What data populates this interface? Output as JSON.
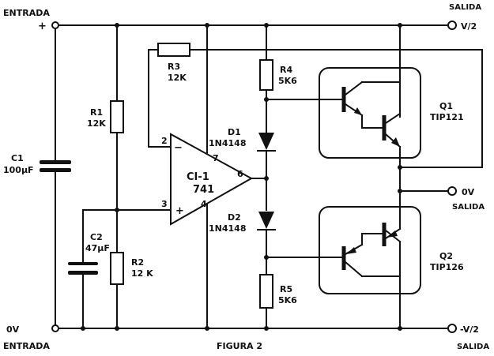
{
  "figure": {
    "title": "FIGURA 2",
    "left_labels": {
      "top": "ENTRADA",
      "top_terminal": "+",
      "bottom_terminal": "0V",
      "bottom": "ENTRADA"
    },
    "right_labels": {
      "top_caption": "SALIDA",
      "top_value": "V/2",
      "mid_value": "0V",
      "mid_caption": "SALIDA",
      "bottom_value": "-V/2",
      "bottom_caption": "SALIDA"
    },
    "components": {
      "c1": {
        "ref": "C1",
        "value": "100μF"
      },
      "c2": {
        "ref": "C2",
        "value": "47μF"
      },
      "r1": {
        "ref": "R1",
        "value": "12K"
      },
      "r2": {
        "ref": "R2",
        "value": "12 K"
      },
      "r3": {
        "ref": "R3",
        "value": "12K"
      },
      "r4": {
        "ref": "R4",
        "value": "5K6"
      },
      "r5": {
        "ref": "R5",
        "value": "5K6"
      },
      "d1": {
        "ref": "D1",
        "value": "1N4148"
      },
      "d2": {
        "ref": "D2",
        "value": "1N4148"
      },
      "q1": {
        "ref": "Q1",
        "value": "TIP121"
      },
      "q2": {
        "ref": "Q2",
        "value": "TIP126"
      },
      "ic": {
        "ref": "CI-1",
        "value": "741"
      }
    },
    "pins": {
      "p2": "2",
      "p3": "3",
      "p4": "4",
      "p6": "6",
      "p7": "7",
      "minus": "−",
      "plus": "+"
    }
  }
}
